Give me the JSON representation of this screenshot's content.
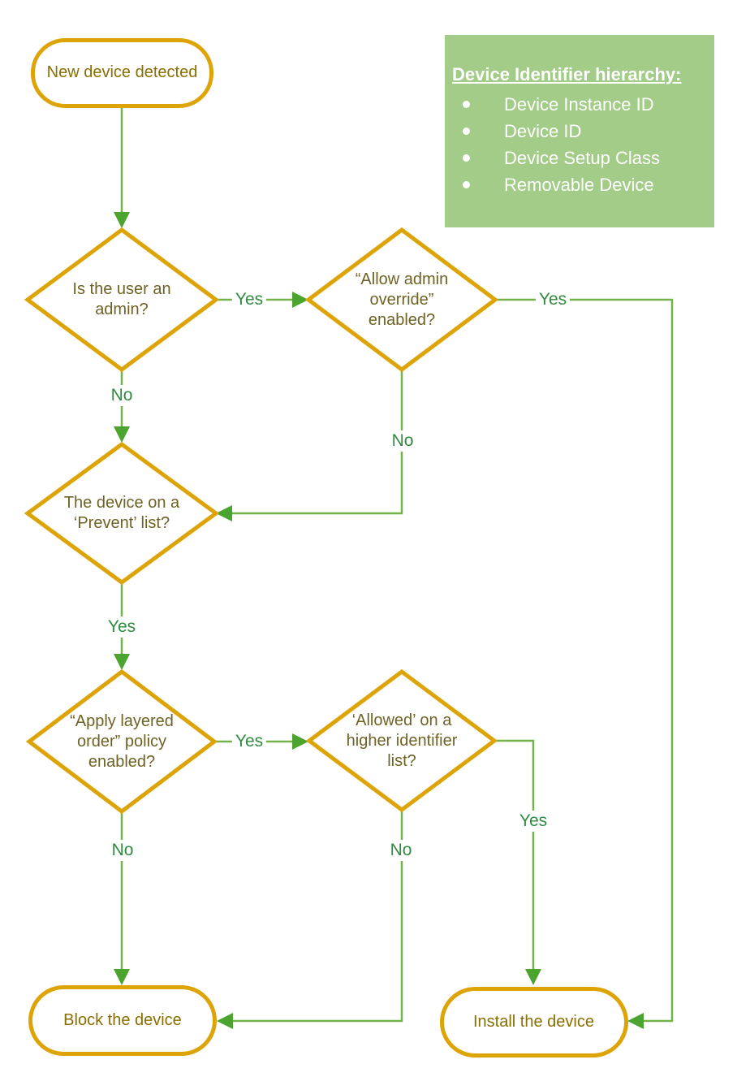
{
  "title": "New device detected flowchart",
  "colors": {
    "shape_border": "#DDA408",
    "terminal_text": "#8A6E00",
    "diamond_text": "#6E6224",
    "line_green": "#76B24A",
    "arrow_green": "#4BA42E",
    "label_green": "#2F8B3F",
    "infobox_bg": "#A2CC87",
    "infobox_text": "#FFFFFF",
    "page_bg": "#FFFFFF"
  },
  "infobox": {
    "title": "Device Identifier hierarchy:",
    "items": [
      "Device Instance ID",
      "Device ID",
      "Device Setup Class",
      "Removable Device"
    ]
  },
  "nodes": {
    "start": {
      "label": "New device detected"
    },
    "d1": {
      "lines": [
        "Is the user an",
        "admin?"
      ]
    },
    "d2": {
      "lines": [
        "“Allow admin",
        "override”",
        "enabled?"
      ]
    },
    "d3": {
      "lines": [
        "The device on a",
        "‘Prevent’ list?"
      ]
    },
    "d4": {
      "lines": [
        "“Apply layered",
        "order” policy",
        "enabled?"
      ]
    },
    "d5": {
      "lines": [
        "‘Allowed’ on a",
        "higher identifier",
        "list?"
      ]
    },
    "block": {
      "label": "Block the device"
    },
    "install": {
      "label": "Install the device"
    }
  },
  "edge_labels": {
    "yes_d1_d2": "Yes",
    "no_d1_d3": "No",
    "yes_d2_install": "Yes",
    "no_d2_d3": "No",
    "yes_d3_d4": "Yes",
    "yes_d4_d5": "Yes",
    "no_d4_block": "No",
    "no_d5_block": "No",
    "yes_d5_install": "Yes"
  }
}
